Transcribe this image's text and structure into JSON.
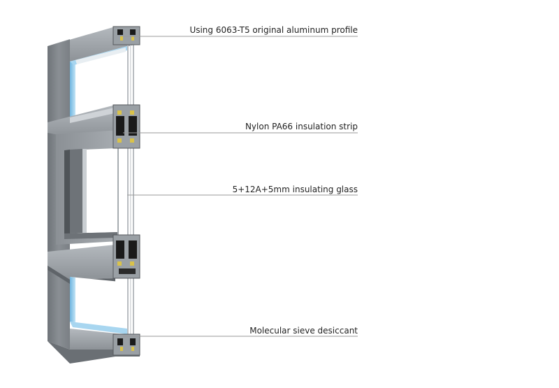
{
  "callouts": {
    "profile": "Using 6063-T5 original aluminum profile",
    "strip": "Nylon PA66 insulation strip",
    "glass": "5+12A+5mm insulating glass",
    "desiccant": "Molecular sieve desiccant"
  },
  "colors": {
    "frame": "#7c8186",
    "frame_light": "#a3a8ad",
    "frame_dark": "#5b6065",
    "glass_edge": "#8fc9ea",
    "strip": "#1a1a1a",
    "leader": "#9a9a9a"
  }
}
